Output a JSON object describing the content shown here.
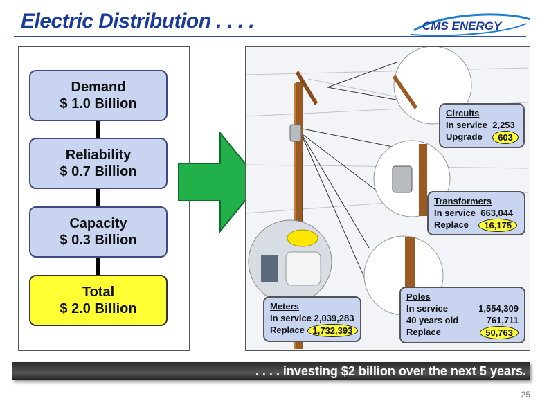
{
  "header": {
    "title": "Electric Distribution . . . .",
    "logo_text": "CMS ENERGY"
  },
  "budget": {
    "items": [
      {
        "label": "Demand",
        "value": "$ 1.0 Billion"
      },
      {
        "label": "Reliability",
        "value": "$ 0.7 Billion"
      },
      {
        "label": "Capacity",
        "value": "$ 0.3 Billion"
      }
    ],
    "total": {
      "label": "Total",
      "value": "$ 2.0 Billion"
    }
  },
  "circuits": {
    "title": "Circuits",
    "in_service_label": "In service",
    "in_service": "2,253",
    "upgrade_label": "Upgrade",
    "upgrade": "603"
  },
  "transformers": {
    "title": "Transformers",
    "in_service_label": "In service",
    "in_service": "663,044",
    "replace_label": "Replace",
    "replace": "16,175"
  },
  "meters": {
    "title": "Meters",
    "in_service_label": "In service",
    "in_service": "2,039,283",
    "replace_label": "Replace",
    "replace": "1,732,393"
  },
  "poles": {
    "title": "Poles",
    "in_service_label": "In service",
    "in_service": "1,554,309",
    "old_label": "40 years old",
    "old": "761,711",
    "replace_label": "Replace",
    "replace": "50,763"
  },
  "footer": {
    "banner": ". . . . investing $2 billion over the next 5 years.",
    "page_number": "25"
  },
  "colors": {
    "title": "#1a3a9c",
    "box_fill": "#c9d4f0",
    "highlight": "#ffff33",
    "arrow": "#22b04a"
  }
}
